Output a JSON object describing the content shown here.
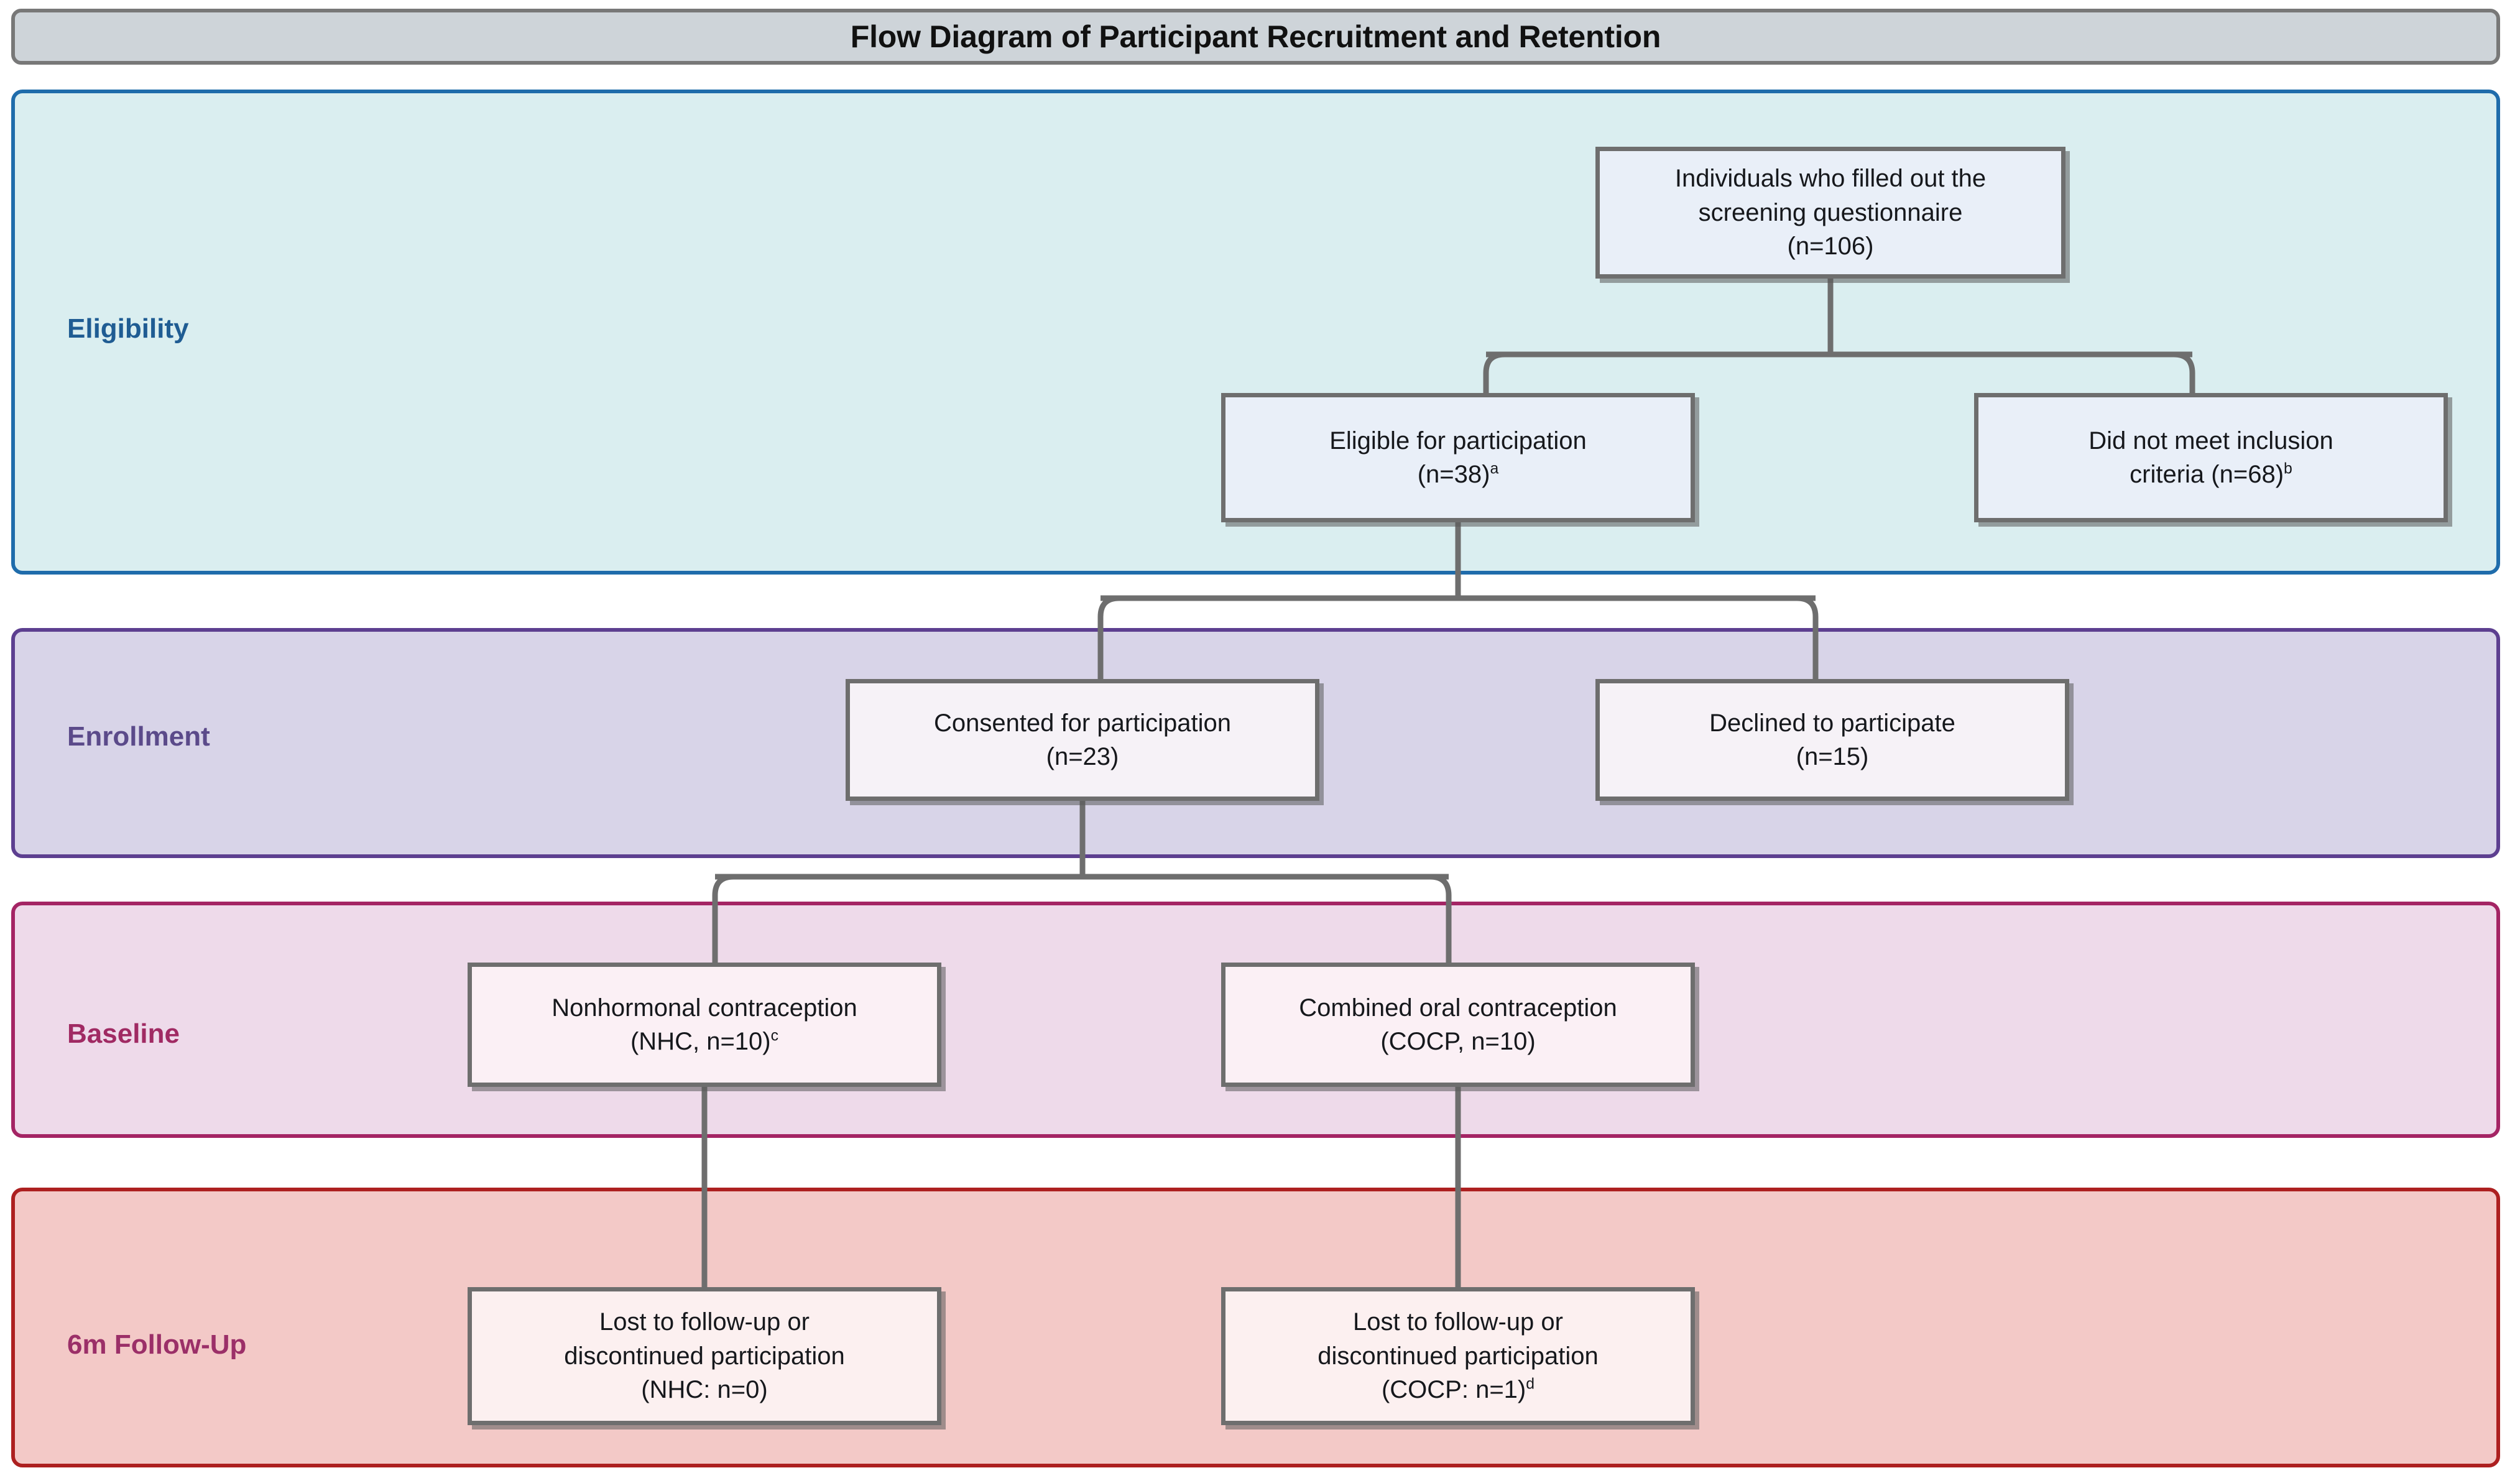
{
  "title": {
    "text": "Flow Diagram of Participant Recruitment and Retention"
  },
  "stages": [
    {
      "id": "eligibility",
      "label": "Eligibility",
      "band_color": "#daeef0",
      "border_color": "#1f6cab",
      "text_color": "#1f5c93"
    },
    {
      "id": "enrollment",
      "label": "Enrollment",
      "band_color": "#d8d4e8",
      "border_color": "#5d3f90",
      "text_color": "#5b4a8a"
    },
    {
      "id": "baseline",
      "label": "Baseline",
      "band_color": "#eedaea",
      "border_color": "#a42464",
      "text_color": "#a02a63"
    },
    {
      "id": "followup",
      "label": "6m Follow-Up",
      "band_color": "#f3c9c7",
      "border_color": "#ad2020",
      "text_color": "#9b2f68"
    }
  ],
  "nodes": {
    "screened": {
      "line1": "Individuals who filled out the",
      "line2": "screening questionnaire",
      "line3": "(n=106)",
      "n": 106
    },
    "eligible": {
      "line1": "Eligible for participation",
      "line2": "(n=38)",
      "sup": "a",
      "n": 38
    },
    "not_eligible": {
      "line1": "Did not meet inclusion",
      "line2": "criteria (n=68)",
      "sup": "b",
      "n": 68
    },
    "consented": {
      "line1": "Consented for participation",
      "line2": "(n=23)",
      "n": 23
    },
    "declined": {
      "line1": "Declined to participate",
      "line2": "(n=15)",
      "n": 15
    },
    "nhc": {
      "line1": "Nonhormonal contraception",
      "line2": "(NHC, n=10)",
      "sup": "c",
      "n": 10
    },
    "cocp": {
      "line1": "Combined oral contraception",
      "line2": "(COCP, n=10)",
      "n": 10
    },
    "lost_nhc": {
      "line1": "Lost to follow-up or",
      "line2": "discontinued participation",
      "line3": "(NHC: n=0)",
      "n": 0
    },
    "lost_cocp": {
      "line1": "Lost to follow-up or",
      "line2": "discontinued participation",
      "line3": "(COCP: n=1)",
      "sup": "d",
      "n": 1
    }
  },
  "connector_color": "#6e6e6e"
}
